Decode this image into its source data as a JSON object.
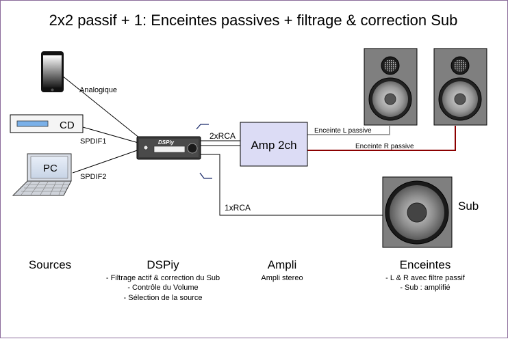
{
  "title": "2x2 passif + 1: Enceintes passives + filtrage & correction Sub",
  "devices": {
    "cd_label": "CD",
    "pc_label": "PC",
    "dsp_logo": "DSPiy",
    "amp_label": "Amp 2ch",
    "sub_label": "Sub"
  },
  "connections": {
    "analog": "Analogique",
    "spdif1": "SPDIF1",
    "spdif2": "SPDIF2",
    "rca2": "2xRCA",
    "rca1": "1xRCA",
    "speaker_l": "Enceinte L passive",
    "speaker_r": "Enceinte R passive"
  },
  "sections": {
    "sources": {
      "heading": "Sources"
    },
    "dspiy": {
      "heading": "DSPiy",
      "lines": [
        "- Filtrage actif & correction du Sub",
        "- Contrôle du Volume",
        "- Sélection de la source"
      ]
    },
    "ampli": {
      "heading": "Ampli",
      "lines": [
        "Ampli stereo"
      ]
    },
    "enceintes": {
      "heading": "Enceintes",
      "lines": [
        "- L & R avec filtre passif",
        "- Sub : amplifié"
      ]
    }
  },
  "colors": {
    "frame_border": "#8a6a9a",
    "wire_left": "#a0a0a0",
    "wire_right": "#8b0000",
    "amp_fill": "#dcdcf5",
    "speaker_gray": "#7f7f7f",
    "cd_display": "#7ab0e8"
  }
}
